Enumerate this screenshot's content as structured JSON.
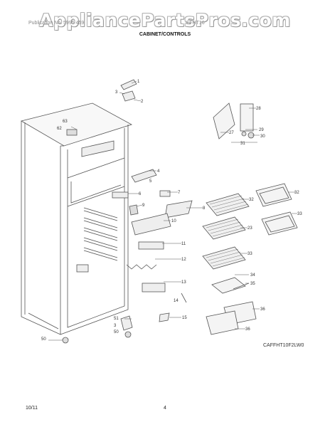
{
  "watermark": "AppliancePartsPros.com",
  "header": {
    "left": "Publication No. 5995 459",
    "right": "FFHT16"
  },
  "section_title": "CABINET/CONTROLS",
  "diagram_code": "CAFFHT10F2LW0",
  "footer": {
    "date": "10/11",
    "page": "4"
  },
  "callouts": [
    "1",
    "3",
    "2",
    "63",
    "62",
    "28",
    "27",
    "29",
    "30",
    "31",
    "4",
    "5",
    "6",
    "7",
    "9",
    "8",
    "32",
    "32",
    "33",
    "10",
    "23",
    "11",
    "12",
    "33",
    "13",
    "34",
    "35",
    "14",
    "15",
    "36",
    "51",
    "3",
    "50",
    "50",
    "36"
  ]
}
